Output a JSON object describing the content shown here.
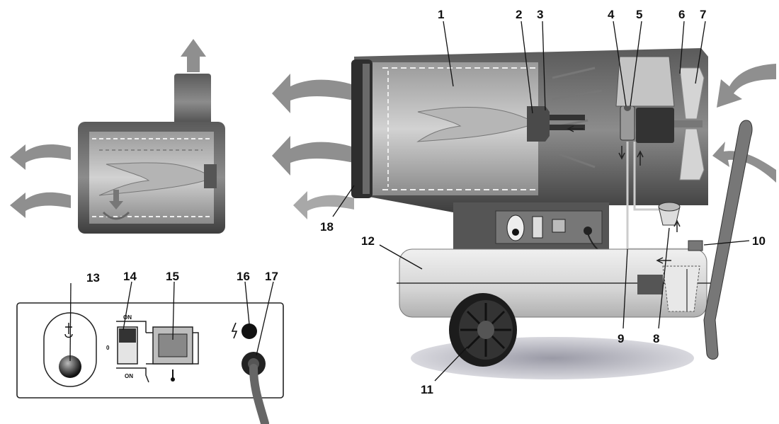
{
  "figure": {
    "callouts": [
      "1",
      "2",
      "3",
      "4",
      "5",
      "6",
      "7",
      "8",
      "9",
      "10",
      "11",
      "12",
      "13",
      "14",
      "15",
      "16",
      "17",
      "18"
    ],
    "switch_labels": {
      "top": "ON",
      "middle": "0",
      "bottom": "ON"
    }
  },
  "colors": {
    "arrow": "#8a8a8a",
    "body_dark": "#4a4a4a",
    "body_mid": "#7c7c7c",
    "tank": "#d9d9d9",
    "flame": "#b8b8b8",
    "panel_outline": "#222222"
  }
}
